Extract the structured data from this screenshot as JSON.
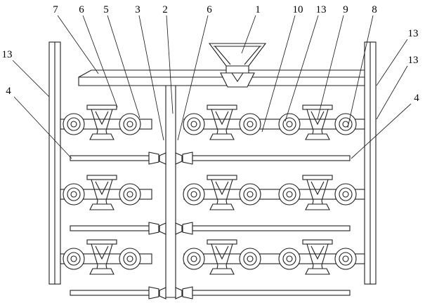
{
  "figure": {
    "background": "#ffffff",
    "line_color": "#1f1f1f"
  },
  "callouts": [
    {
      "text": "7"
    },
    {
      "text": "6"
    },
    {
      "text": "5"
    },
    {
      "text": "3"
    },
    {
      "text": "2"
    },
    {
      "text": "6"
    },
    {
      "text": "1"
    },
    {
      "text": "10"
    },
    {
      "text": "13"
    },
    {
      "text": "9"
    },
    {
      "text": "8"
    },
    {
      "text": "13"
    },
    {
      "text": "13"
    },
    {
      "text": "4"
    },
    {
      "text": "13"
    },
    {
      "text": "4"
    }
  ]
}
